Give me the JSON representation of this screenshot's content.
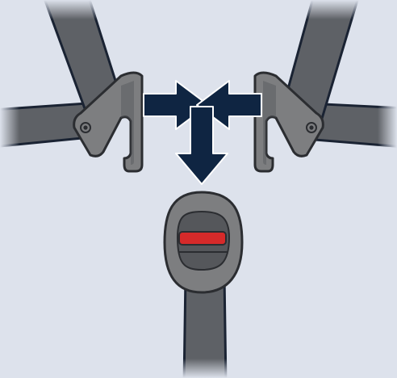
{
  "diagram": {
    "subject": "harness-buckle-fastening",
    "parts": [
      {
        "id": "left-shoulder-strap"
      },
      {
        "id": "right-shoulder-strap"
      },
      {
        "id": "left-hip-strap"
      },
      {
        "id": "right-hip-strap"
      },
      {
        "id": "left-buckle-tongue"
      },
      {
        "id": "right-buckle-tongue"
      },
      {
        "id": "crotch-buckle",
        "indicator": "red-release-button"
      },
      {
        "id": "crotch-strap"
      }
    ],
    "arrows": [
      {
        "id": "arrow-left-to-center",
        "direction": "right"
      },
      {
        "id": "arrow-right-to-center",
        "direction": "left"
      },
      {
        "id": "arrow-center-to-buckle",
        "direction": "down"
      }
    ]
  },
  "colors": {
    "background": "#dde2ec",
    "strap": "#5e6166",
    "strap_outline": "#1a2333",
    "buckle_metal": "#7d7e80",
    "buckle_outline": "#2b2d31",
    "buckle_shadow": "#55575b",
    "arrow": "#0f2542",
    "release_button": "#d62a2a"
  }
}
